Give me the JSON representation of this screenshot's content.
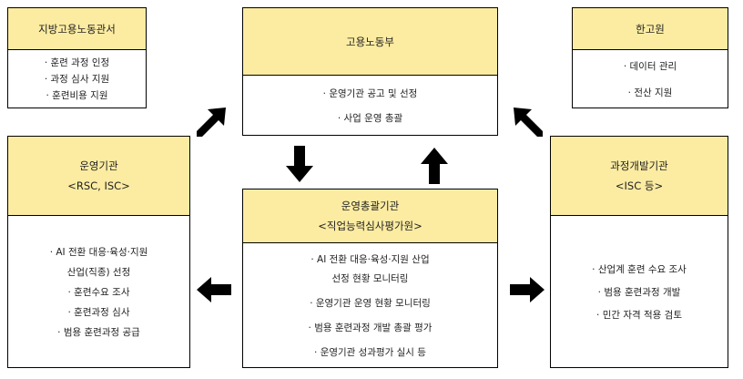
{
  "boxes": {
    "regional": {
      "title": "지방고용노동관서",
      "items": [
        "· 훈련 과정 인정",
        "· 과정 심사 지원",
        "· 훈련비용 지원"
      ]
    },
    "ministry": {
      "title": "고용노동부",
      "items": [
        "· 운영기관 공고 및 선정",
        "· 사업 운영 총괄"
      ]
    },
    "hrdk": {
      "title": "한고원",
      "items": [
        "· 데이터 관리",
        "· 전산 지원"
      ]
    },
    "operator": {
      "title": "운영기관",
      "subtitle": "<RSC, ISC>",
      "items": [
        "· AI 전환 대응·육성·지원",
        "산업(직종) 선정",
        "· 훈련수요 조사",
        "· 훈련과정 심사",
        "· 범용 훈련과정 공급"
      ]
    },
    "general": {
      "title": "운영총괄기관",
      "subtitle": "<직업능력심사평가원>",
      "items": [
        "· AI 전환 대응·육성·지원 산업",
        "선정 현황 모니터링",
        "· 운영기관 운영 현황 모니터링",
        "· 범용 훈련과정 개발 총괄 평가",
        "· 운영기관 성과평가 실시 등"
      ]
    },
    "developer": {
      "title": "과정개발기관",
      "subtitle": "<ISC 등>",
      "items": [
        "· 산업계 훈련 수요 조사",
        "· 범용 훈련과정 개발",
        "· 민간 자격 적용 검토"
      ]
    }
  }
}
